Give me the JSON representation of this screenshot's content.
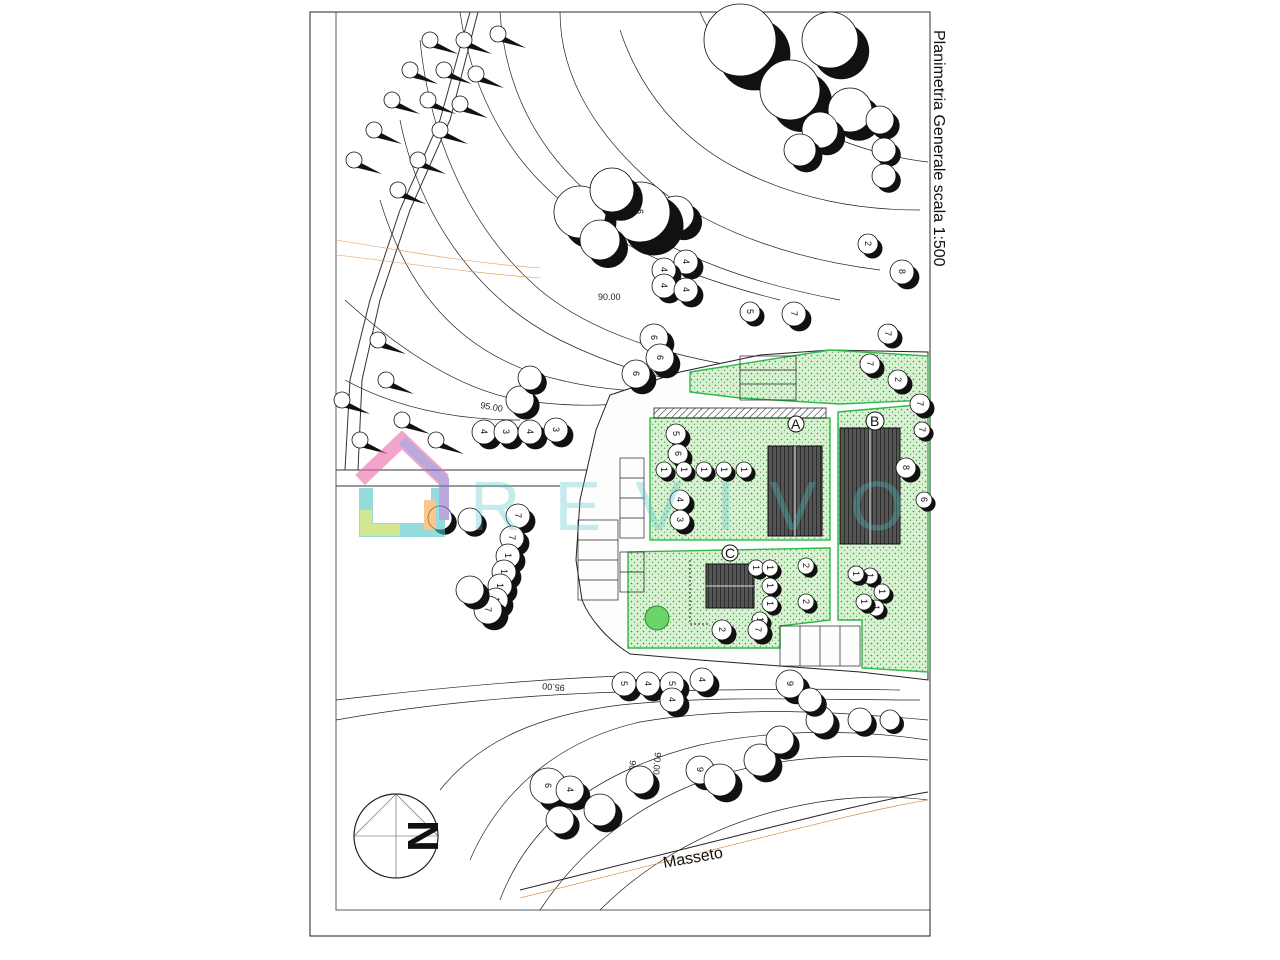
{
  "sheet": {
    "title": "Planimetria Generale  scala 1:500",
    "road_label": "Masseto",
    "north_label": "N"
  },
  "buildings": [
    {
      "label": "A"
    },
    {
      "label": "B"
    },
    {
      "label": "C"
    }
  ],
  "contours": [
    {
      "label": "90.00"
    },
    {
      "label": "95.00"
    },
    {
      "label": "90.00"
    },
    {
      "label": "95.00"
    },
    {
      "label": "90.00"
    }
  ],
  "trees": {
    "north_row": [
      "6",
      "4",
      "4",
      "4",
      "4"
    ],
    "north_big": [
      "6"
    ],
    "mid_cluster": [
      "6",
      "6",
      "6"
    ],
    "west_cluster": [
      "4",
      "3",
      "4",
      "3"
    ],
    "west_pair": [
      "7",
      "5"
    ],
    "west_column": [
      "7",
      "7",
      "1",
      "1",
      "1",
      "1",
      "7"
    ],
    "garden_a": [
      "5",
      "6",
      "1",
      "1",
      "1",
      "1",
      "1",
      "4",
      "3"
    ],
    "garden_c": [
      "1",
      "1",
      "1",
      "1",
      "1",
      "2",
      "2",
      "7",
      "2"
    ],
    "south_row": [
      "5",
      "4",
      "5",
      "4",
      "4"
    ],
    "south_misc": [
      "9",
      "6",
      "7",
      "9",
      "6",
      "4",
      "9"
    ],
    "east_edge": [
      "2",
      "8",
      "7",
      "2",
      "8",
      "7",
      "1",
      "1",
      "1",
      "1",
      "1",
      "7",
      "6"
    ]
  },
  "watermark": {
    "wordmark": "REVIVO",
    "colors": {
      "teal": "#4fc3c8",
      "orange": "#f4a340",
      "pink": "#e86aa6",
      "purple": "#8f6fc8",
      "green": "#b6d84a"
    }
  },
  "colors": {
    "lawn": "#c9ecc0",
    "lawn_border": "#2fb84a",
    "ink": "#111111"
  }
}
